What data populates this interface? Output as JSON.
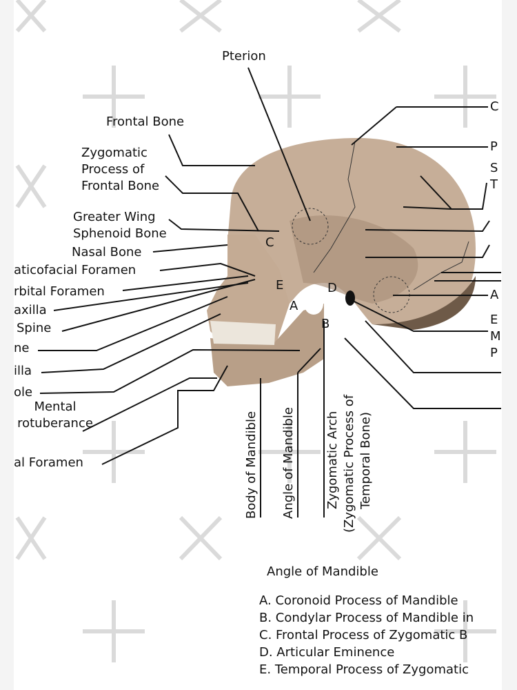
{
  "colors": {
    "bone": "#c4ad97",
    "bone_dark": "#a48c76",
    "shadow": "#6e5a48",
    "line": "#111111",
    "watermark": "#cfcfcf"
  },
  "labels_left": {
    "pterion": "Pterion",
    "frontal_bone": "Frontal Bone",
    "zygomatic_process": "Zygomatic\nProcess of\nFrontal Bone",
    "greater_wing": "Greater Wing\nSphenoid Bone",
    "nasal_bone": "Nasal Bone",
    "zygomaticofacial": "aticofacial Foramen",
    "infraorbital": "rbital Foramen",
    "maxilla": "axilla",
    "spine": "Spine",
    "ne": "ne",
    "illa": "illa",
    "ole": "ole",
    "mental_protuberance": "Mental\nrotuberance",
    "mental_foramen": "al Foramen"
  },
  "labels_right": [
    "C",
    "P",
    "S\nT",
    "",
    "",
    "",
    "",
    "A",
    "E\nM\nP"
  ],
  "skull_letters": {
    "a": "A",
    "b": "B",
    "c": "C",
    "d": "D",
    "e": "E"
  },
  "labels_vertical": {
    "body_mandible": "Body of Mandible",
    "angle_mandible": "Angle of Mandible",
    "zygomatic_arch": "Zygomatic Arch",
    "zygomatic_arch_sub": "(Zygomatic Process of",
    "zygomatic_arch_sub2": "Temporal Bone)"
  },
  "legend": {
    "title": "Angle of Mandible",
    "items": [
      "A. Coronoid Process of Mandible",
      "B. Condylar Process of Mandible in",
      "C. Frontal Process of Zygomatic B",
      "D. Articular Eminence",
      "E. Temporal Process of Zygomatic"
    ]
  }
}
